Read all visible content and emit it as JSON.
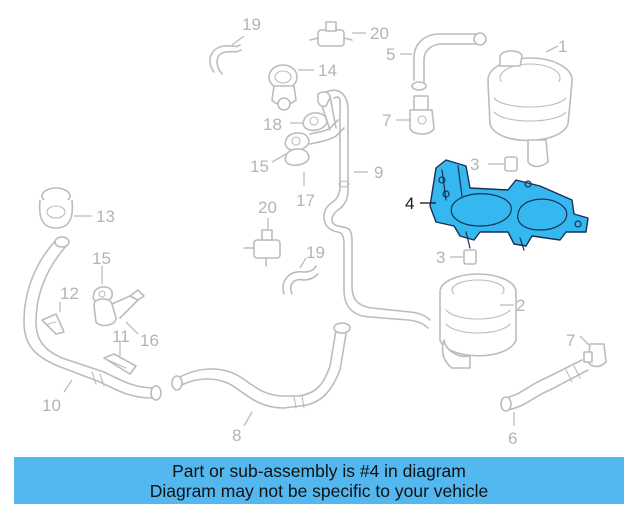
{
  "callouts": {
    "c1": "1",
    "c2": "2",
    "c3a": "3",
    "c3b": "3",
    "c4": "4",
    "c5": "5",
    "c6": "6",
    "c7a": "7",
    "c7b": "7",
    "c8": "8",
    "c9": "9",
    "c10": "10",
    "c11": "11",
    "c12": "12",
    "c13": "13",
    "c14": "14",
    "c15a": "15",
    "c15b": "15",
    "c16": "16",
    "c17": "17",
    "c18": "18",
    "c19a": "19",
    "c19b": "19",
    "c20a": "20",
    "c20b": "20"
  },
  "highlighted_part": "4",
  "colors": {
    "highlight_fill": "#35b8f0",
    "banner": "#54b8f0",
    "linework": "#bcbcbc"
  },
  "banner": {
    "line1": "Part or sub-assembly is #4 in diagram",
    "line2": "Diagram may not be specific to your vehicle"
  }
}
